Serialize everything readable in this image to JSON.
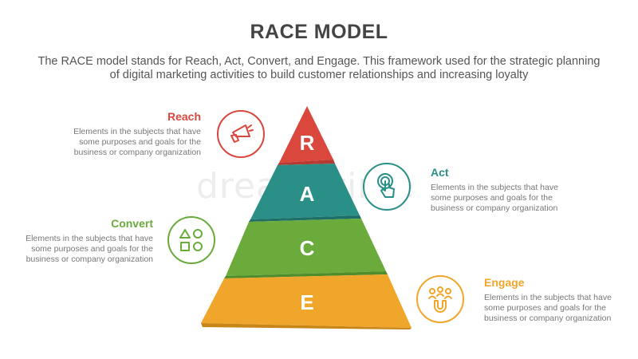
{
  "title": "RACE MODEL",
  "subtitle": "The RACE model stands for Reach, Act, Convert, and Engage. This framework used for the strategic planning of digital marketing activities to build customer relationships and increasing loyalty",
  "watermark": "dreamstime",
  "stages": [
    {
      "letter": "R",
      "name": "Reach",
      "desc": "Elements in the subjects that have some purposes and goals for the business or company organization",
      "color": "#d9473d",
      "icon": "megaphone-icon"
    },
    {
      "letter": "A",
      "name": "Act",
      "desc": "Elements in the subjects that have some purposes and goals for the business or company organization",
      "color": "#2a8f86",
      "icon": "touch-icon"
    },
    {
      "letter": "C",
      "name": "Convert",
      "desc": "Elements in the subjects that have some purposes and goals for the business or company organization",
      "color": "#6aab3b",
      "icon": "shapes-icon"
    },
    {
      "letter": "E",
      "name": "Engage",
      "desc": "Elements in the subjects that have some purposes and goals for the business or company organization",
      "color": "#f0a62a",
      "icon": "magnet-people-icon"
    }
  ]
}
